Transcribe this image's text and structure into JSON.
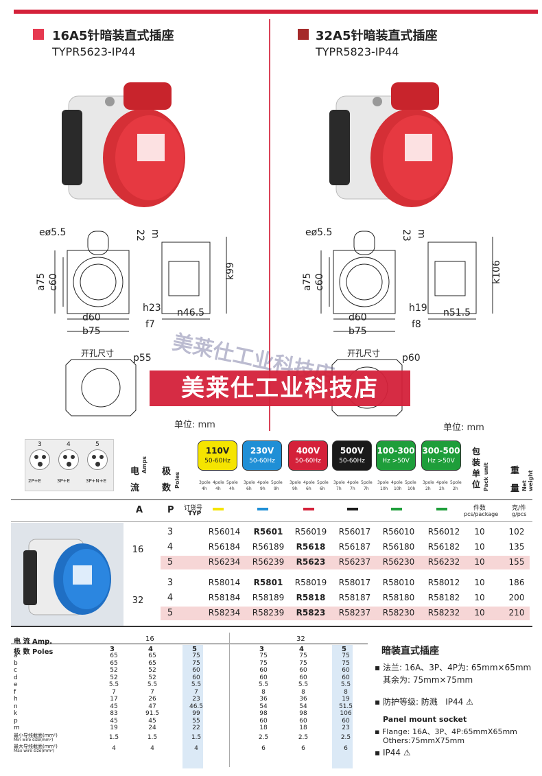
{
  "left": {
    "title": "16A5针暗装直式插座",
    "model": "TYPR5623-IP44",
    "accent": "#e63950"
  },
  "right": {
    "title": "32A5针暗装直式插座",
    "model": "TYPR5823-IP44",
    "accent": "#a52a2a"
  },
  "dims16": {
    "e": "eø5.5",
    "top": "22",
    "a": "a75",
    "c": "c60",
    "k": "k99",
    "h": "h23",
    "n": "n46.5",
    "f": "f7",
    "d": "d60",
    "b": "b75",
    "p": "p55",
    "m": "m"
  },
  "dims32": {
    "e": "eø5.5",
    "top": "23",
    "a": "a75",
    "c": "c60",
    "k": "k106",
    "h": "h19",
    "n": "n51.5",
    "f": "f8",
    "d": "d60",
    "b": "b75",
    "p": "p60",
    "m": "m"
  },
  "cutout_label": "开孔尺寸",
  "unit_label": "单位: mm",
  "watermark": "美莱仕工业科技店",
  "pins": [
    {
      "n": "3",
      "l": "2P+E"
    },
    {
      "n": "4",
      "l": "3P+E"
    },
    {
      "n": "5",
      "l": "3P+N+E"
    }
  ],
  "header": {
    "amps_cn1": "电",
    "amps_cn2": "流",
    "amps_en": "Amps",
    "poles_cn1": "极",
    "poles_cn2": "数",
    "poles_en": "Poles",
    "pack_cn": "包装单位",
    "pack_en": "Pack unit",
    "weight_cn": "重量",
    "weight_en": "Net weight",
    "A": "A",
    "P": "P",
    "order": "订货号",
    "typ": "TYP",
    "pcs_cn": "件数",
    "pcs_en": "pcs/package",
    "g_cn": "克/件",
    "g_en": "g/pcs"
  },
  "voltages": [
    {
      "v": "110V",
      "hz": "50-60Hz",
      "bg": "#f5e400",
      "fg": "#222",
      "h": [
        "3pole",
        "4pole",
        "5pole"
      ],
      "hh": [
        "4h",
        "4h",
        "4h"
      ],
      "sw": "#f5e400"
    },
    {
      "v": "230V",
      "hz": "50-60Hz",
      "bg": "#1f8fd6",
      "fg": "#fff",
      "h": [
        "3pole",
        "4pole",
        "5pole"
      ],
      "hh": [
        "6h",
        "9h",
        "9h"
      ],
      "sw": "#1f8fd6"
    },
    {
      "v": "400V",
      "hz": "50-60Hz",
      "bg": "#d4213a",
      "fg": "#fff",
      "h": [
        "3pole",
        "4pole",
        "5pole"
      ],
      "hh": [
        "9h",
        "6h",
        "6h"
      ],
      "sw": "#d4213a"
    },
    {
      "v": "500V",
      "hz": "50-60Hz",
      "bg": "#1a1a1a",
      "fg": "#fff",
      "h": [
        "3pole",
        "4pole",
        "5pole"
      ],
      "hh": [
        "7h",
        "7h",
        "7h"
      ],
      "sw": "#1a1a1a"
    },
    {
      "v": "100-300",
      "hz": "Hz >50V",
      "bg": "#1e9e3a",
      "fg": "#fff",
      "h": [
        "3pole",
        "4pole",
        "5pole"
      ],
      "hh": [
        "10h",
        "10h",
        "10h"
      ],
      "sw": "#1e9e3a"
    },
    {
      "v": "300-500",
      "hz": "Hz >50V",
      "bg": "#1e9e3a",
      "fg": "#fff",
      "h": [
        "3pole",
        "4pole",
        "5pole"
      ],
      "hh": [
        "2h",
        "2h",
        "2h"
      ],
      "sw": "#1e9e3a"
    }
  ],
  "rows": [
    {
      "amps": "",
      "p": "3",
      "c": [
        "R56014",
        "R5601",
        "R56019",
        "R56017",
        "R56010",
        "R56012"
      ],
      "pack": "10",
      "w": "102",
      "bold": 1,
      "hl": false
    },
    {
      "amps": "16",
      "p": "4",
      "c": [
        "R56184",
        "R56189",
        "R5618",
        "R56187",
        "R56180",
        "R56182"
      ],
      "pack": "10",
      "w": "135",
      "bold": 2,
      "hl": false
    },
    {
      "amps": "",
      "p": "5",
      "c": [
        "R56234",
        "R56239",
        "R5623",
        "R56237",
        "R56230",
        "R56232"
      ],
      "pack": "10",
      "w": "155",
      "bold": 2,
      "hl": true
    },
    {
      "amps": "",
      "p": "3",
      "c": [
        "R58014",
        "R5801",
        "R58019",
        "R58017",
        "R58010",
        "R58012"
      ],
      "pack": "10",
      "w": "186",
      "bold": 1,
      "hl": false
    },
    {
      "amps": "32",
      "p": "4",
      "c": [
        "R58184",
        "R58189",
        "R5818",
        "R58187",
        "R58180",
        "R58182"
      ],
      "pack": "10",
      "w": "200",
      "bold": 2,
      "hl": false
    },
    {
      "amps": "",
      "p": "5",
      "c": [
        "R58234",
        "R58239",
        "R5823",
        "R58237",
        "R58230",
        "R58232"
      ],
      "pack": "10",
      "w": "210",
      "bold": 2,
      "hl": true
    }
  ],
  "dimtable": {
    "amps_label": "电 流 Amp.",
    "poles_label": "极 数 Poles",
    "a16": "16",
    "a32": "32",
    "poles": [
      "3",
      "4",
      "5",
      "3",
      "4",
      "5"
    ],
    "rows": [
      {
        "k": "a",
        "v": [
          "65",
          "65",
          "75",
          "75",
          "75",
          "75"
        ]
      },
      {
        "k": "b",
        "v": [
          "65",
          "65",
          "75",
          "75",
          "75",
          "75"
        ]
      },
      {
        "k": "c",
        "v": [
          "52",
          "52",
          "60",
          "60",
          "60",
          "60"
        ]
      },
      {
        "k": "d",
        "v": [
          "52",
          "52",
          "60",
          "60",
          "60",
          "60"
        ]
      },
      {
        "k": "e",
        "v": [
          "5.5",
          "5.5",
          "5.5",
          "5.5",
          "5.5",
          "5.5"
        ]
      },
      {
        "k": "f",
        "v": [
          "7",
          "7",
          "7",
          "8",
          "8",
          "8"
        ]
      },
      {
        "k": "h",
        "v": [
          "17",
          "26",
          "23",
          "36",
          "36",
          "19"
        ]
      },
      {
        "k": "n",
        "v": [
          "45",
          "47",
          "46.5",
          "54",
          "54",
          "51.5"
        ]
      },
      {
        "k": "k",
        "v": [
          "83",
          "91.5",
          "99",
          "98",
          "98",
          "106"
        ]
      },
      {
        "k": "p",
        "v": [
          "45",
          "45",
          "55",
          "60",
          "60",
          "60"
        ]
      },
      {
        "k": "m",
        "v": [
          "19",
          "24",
          "22",
          "18",
          "18",
          "23"
        ]
      },
      {
        "k": "最小导线截面(mm²)",
        "k2": "Min wire size(mm²)",
        "v": [
          "1.5",
          "1.5",
          "1.5",
          "2.5",
          "2.5",
          "2.5"
        ]
      },
      {
        "k": "最大导线截面(mm²)",
        "k2": "Max wire size(mm²)",
        "v": [
          "4",
          "4",
          "4",
          "6",
          "6",
          "6"
        ]
      }
    ]
  },
  "desc": {
    "title": "暗装直式插座",
    "flange1": "法兰: 16A、3P、4P为: 65mm×65mm",
    "flange2": "其余为: 75mm×75mm",
    "protect": "防护等级: 防溅",
    "ip": "IP44",
    "en_title": "Panel mount socket",
    "en1": "Flange: 16A、3P、4P:65mmX65mm",
    "en2": "Others:75mmX75mm",
    "en_ip": "IP44"
  }
}
